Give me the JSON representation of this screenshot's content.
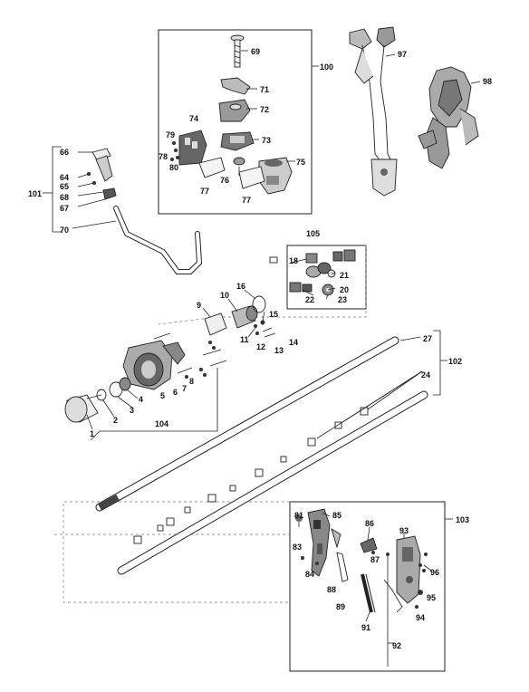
{
  "labels": {
    "p1": "1",
    "p2": "2",
    "p3": "3",
    "p4": "4",
    "p5": "5",
    "p6": "6",
    "p7": "7",
    "p8": "8",
    "p9": "9",
    "p10": "10",
    "p11": "11",
    "p12": "12",
    "p13": "13",
    "p14": "14",
    "p15": "15",
    "p16": "16",
    "p18": "18",
    "p20": "20",
    "p21": "21",
    "p22": "22",
    "p23": "23",
    "p24": "24",
    "p27": "27",
    "p64": "64",
    "p65": "65",
    "p66": "66",
    "p67": "67",
    "p68": "68",
    "p69": "69",
    "p70": "70",
    "p71": "71",
    "p72": "72",
    "p73": "73",
    "p74": "74",
    "p75": "75",
    "p76": "76",
    "p77a": "77",
    "p77b": "77",
    "p78": "78",
    "p79": "79",
    "p80": "80",
    "p81": "81",
    "p83": "83",
    "p84": "84",
    "p85": "85",
    "p86": "86",
    "p87": "87",
    "p88": "88",
    "p89": "89",
    "p91": "91",
    "p92": "92",
    "p93": "93",
    "p94": "94",
    "p95": "95",
    "p96": "96",
    "p97": "97",
    "p98": "98",
    "g100": "100",
    "g101": "101",
    "g102": "102",
    "g103": "103",
    "g104": "104",
    "g105": "105"
  }
}
